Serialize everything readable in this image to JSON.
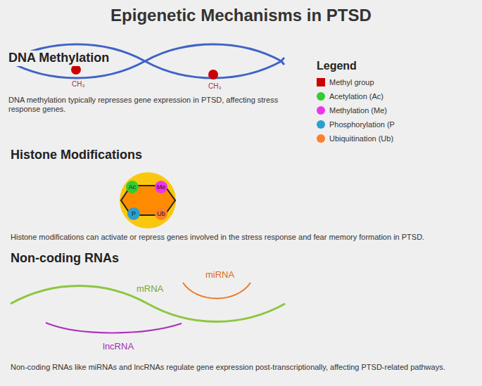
{
  "diagram": {
    "title": "Epigenetic Mechanisms in PTSD",
    "nodes": [
      {
        "text": [
          "Ac"
        ]
      },
      {
        "text": [
          "Me"
        ]
      },
      {
        "text": [
          "P"
        ]
      },
      {
        "text": [
          "Ub"
        ]
      }
    ],
    "labels": [
      "DNA Methylation",
      "CH₃",
      "Legend",
      "CH₃",
      "DNA methylation typically represses gene expression in PTSD, affecting stress response genes.",
      "Histone Modifications",
      "Histone modifications can activate or repress genes involved in the stress response and fear memory formation in PTSD.",
      "Non-coding RNAs",
      "miRNA",
      "mRNA",
      "lncRNA",
      "Non-coding RNAs like miRNAs and lncRNAs regulate gene expression post-transcriptionally, affecting PTSD-related pathways."
    ],
    "legend": [
      {
        "text": "Methyl group",
        "color": "#cc0000"
      },
      {
        "text": "Acetylation (Ac)",
        "color": "#33cc33"
      },
      {
        "text": "Methylation (Me)",
        "color": "#ee33ee"
      },
      {
        "text": "Phosphorylation (P",
        "color": "#2b9fd0"
      },
      {
        "text": "Ubiquitination (Ub)",
        "color": "#ff7f27"
      }
    ]
  }
}
